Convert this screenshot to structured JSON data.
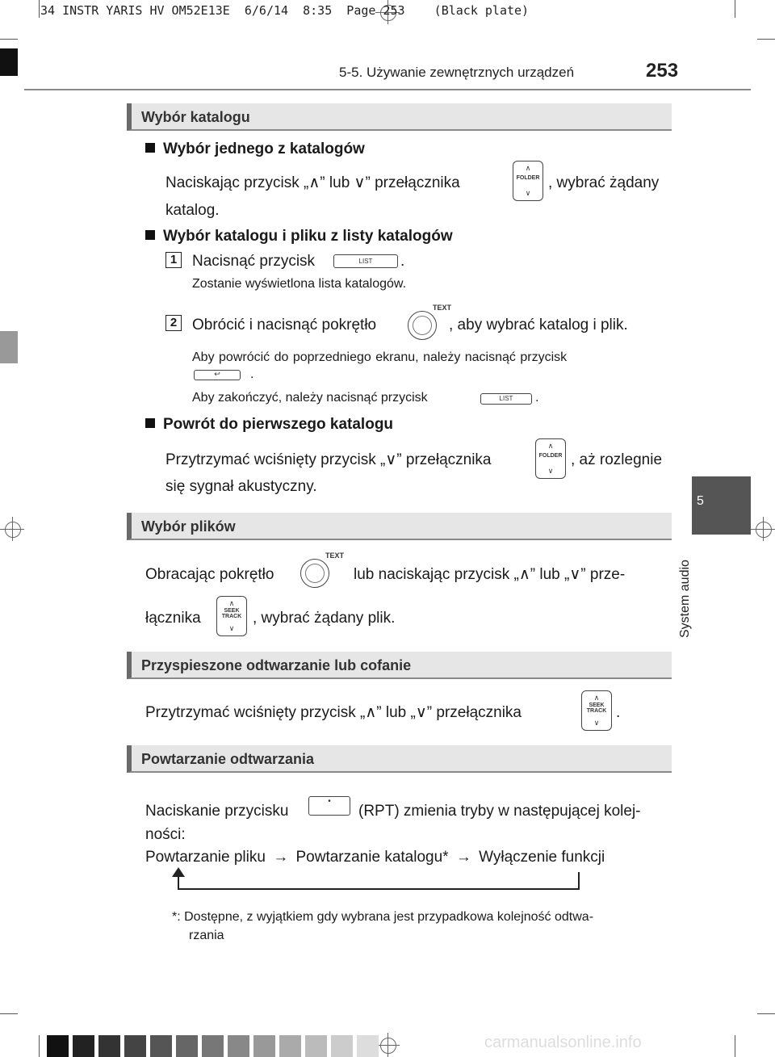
{
  "plate_line": "34 INSTR YARIS HV OM52E13E  6/6/14  8:35  Page 253    (Black plate)",
  "header": {
    "chapter": "5-5. Używanie zewnętrznych urządzeń",
    "page_number": "253"
  },
  "side_tab": {
    "number": "5",
    "label": "System audio"
  },
  "sections": [
    {
      "title": "Wybór katalogu"
    },
    {
      "title": "Wybór plików"
    },
    {
      "title": "Przyspieszone odtwarzanie lub cofanie"
    },
    {
      "title": "Powtarzanie odtwarzania"
    }
  ],
  "s1": {
    "sub1": "Wybór jednego z katalogów",
    "sub1_line1_a": "Naciskając przycisk „",
    "sub1_line1_b": "” lub ",
    "sub1_line1_c": "” przełącznika",
    "sub1_line1_d": ", wybrać żądany",
    "sub1_line2": "katalog.",
    "sub2": "Wybór katalogu i pliku z listy katalogów",
    "step1_num": "1",
    "step1_text": "Nacisnąć przycisk",
    "step1_dot": ".",
    "step1_note": "Zostanie wyświetlona lista katalogów.",
    "step2_num": "2",
    "step2_a": "Obrócić i nacisnąć pokrętło",
    "step2_b": ", aby wybrać katalog i plik.",
    "step2_note1": "Aby  powrócić  do  poprzedniego  ekranu,  należy  nacisnąć  przycisk",
    "step2_note1_dot": ".",
    "step2_note2": "Aby zakończyć, należy nacisnąć przycisk",
    "step2_note2_dot": ".",
    "sub3": "Powrót do pierwszego katalogu",
    "sub3_line1_a": "Przytrzymać wciśnięty przycisk „",
    "sub3_line1_b": "” przełącznika",
    "sub3_line1_c": ", aż rozlegnie",
    "sub3_line2": "się sygnał akustyczny."
  },
  "s2": {
    "line1_a": "Obracając  pokrętło",
    "line1_b": "lub  naciskając  przycisk  „",
    "line1_c": "”  lub  „",
    "line1_d": "”  prze-",
    "line2_a": "łącznika",
    "line2_b": ", wybrać żądany plik."
  },
  "s3": {
    "line_a": "Przytrzymać wciśnięty przycisk „",
    "line_b": "” lub „",
    "line_c": "” przełącznika",
    "line_d": "."
  },
  "s4": {
    "line1_a": "Naciskanie przycisku",
    "line1_b": "(RPT) zmienia tryby w następującej kolej-",
    "line2": "ności:",
    "flow_1": "Powtarzanie pliku",
    "flow_2": "Powtarzanie katalogu*",
    "flow_3": "Wyłączenie funkcji",
    "arrow": "→",
    "footnote_a": "*: Dostępne, z wyjątkiem gdy wybrana jest przypadkowa kolejność odtwa-",
    "footnote_b": "rzania"
  },
  "glyphs": {
    "up": "∧",
    "down": "∨",
    "back": "↩"
  },
  "button_labels": {
    "folder": "FOLDER",
    "list": "LIST",
    "text": "TEXT",
    "seek": "SEEK",
    "track": "TRACK"
  },
  "watermark": "carmanualsonline.info",
  "swatches": [
    "#111111",
    "#222222",
    "#333333",
    "#444444",
    "#555555",
    "#666666",
    "#777777",
    "#888888",
    "#999999",
    "#aaaaaa",
    "#bbbbbb",
    "#cccccc",
    "#dddddd"
  ]
}
